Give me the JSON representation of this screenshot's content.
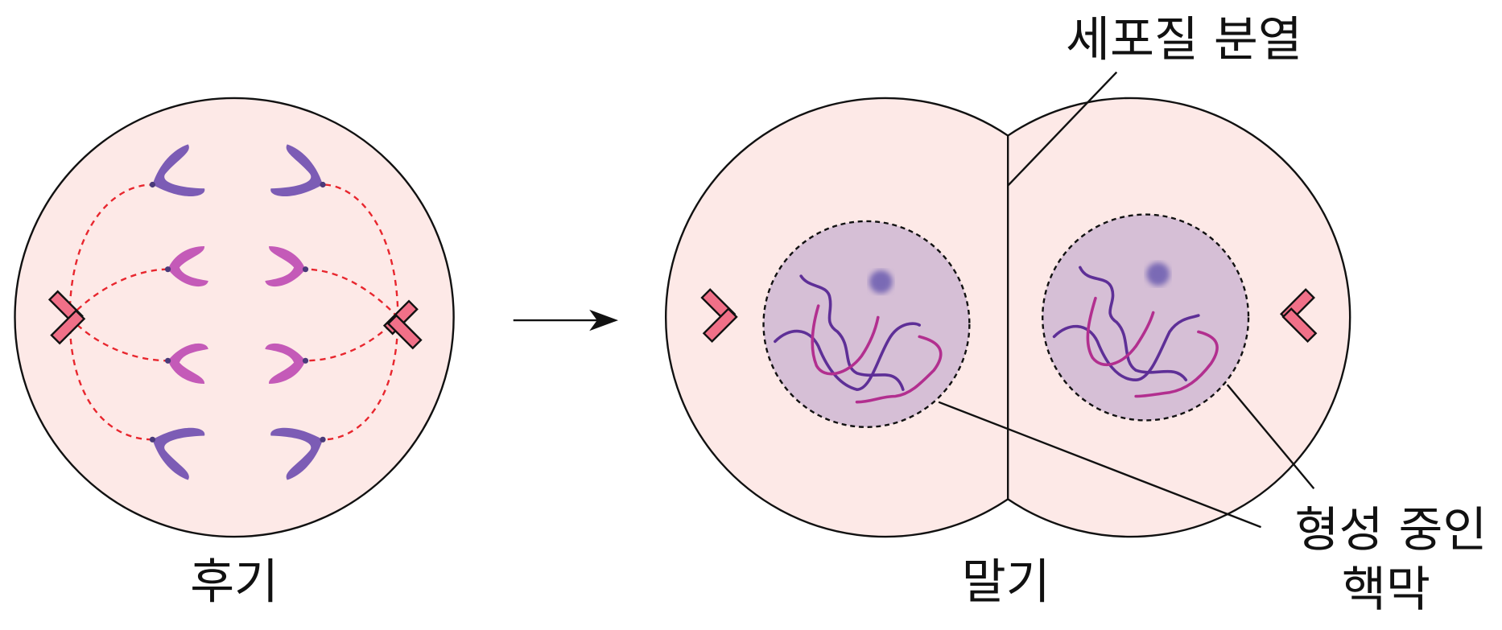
{
  "labels": {
    "anaphase": "후기",
    "telophase": "말기",
    "cytokinesis": "세포질 분열",
    "forming_envelope_line1": "형성 중인",
    "forming_envelope_line2": "핵막"
  },
  "colors": {
    "cytoplasm": "#fde9e7",
    "nucleus": "#d6bfd6",
    "spindle": "#e8262e",
    "chromosome_purple": "#7c5cb5",
    "chromosome_magenta": "#c45ab8",
    "centriole": "#f07088",
    "nucleolus": "#7a6bb5"
  }
}
